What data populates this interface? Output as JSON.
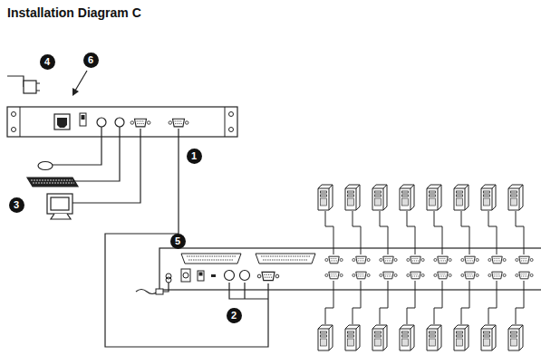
{
  "diagram": {
    "title": "Installation Diagram C",
    "labels": [
      "4",
      "6",
      "1",
      "3",
      "5",
      "2"
    ]
  }
}
